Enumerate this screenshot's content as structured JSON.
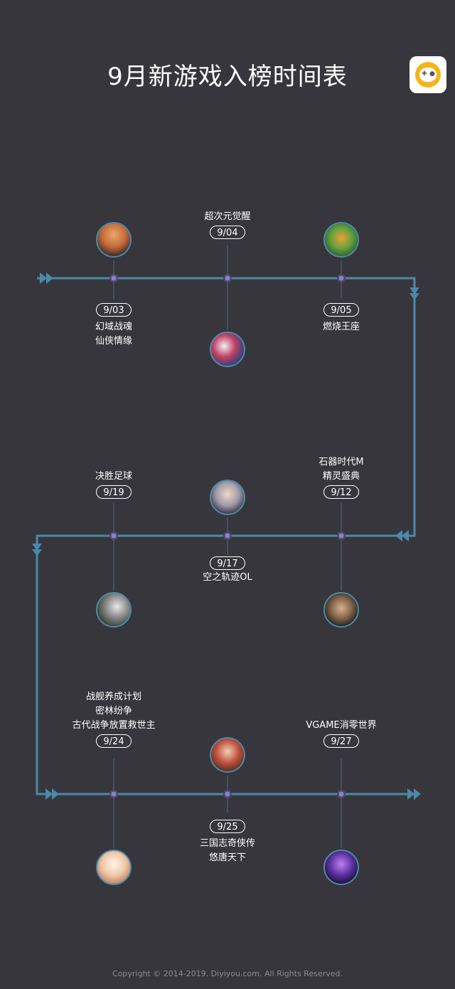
{
  "title": "9月新游戏入榜时间表",
  "footer": "Copyright © 2014-2019. Diyiyou.com. All Rights Reserved.",
  "colors": {
    "background": "#36363c",
    "line": "#4a8aa8",
    "node": "#8b7fd1"
  },
  "rows": [
    {
      "entries": [
        {
          "date": "9/03",
          "games": [
            "幻域战魂",
            "仙侠情缘"
          ]
        },
        {
          "date": "9/04",
          "games": [
            "超次元觉醒"
          ]
        },
        {
          "date": "9/05",
          "games": [
            "燃烧王座"
          ]
        }
      ]
    },
    {
      "entries": [
        {
          "date": "9/19",
          "games": [
            "决胜足球"
          ]
        },
        {
          "date": "9/17",
          "games": [
            "空之轨迹OL"
          ]
        },
        {
          "date": "9/12",
          "games": [
            "石器时代M",
            "精灵盛典"
          ]
        }
      ]
    },
    {
      "entries": [
        {
          "date": "9/24",
          "games": [
            "战舰养成计划",
            "密林纷争",
            "古代战争放置救世主"
          ]
        },
        {
          "date": "9/25",
          "games": [
            "三国志奇侠传",
            "悠唐天下"
          ]
        },
        {
          "date": "9/27",
          "games": [
            "VGAME消零世界"
          ]
        }
      ]
    }
  ]
}
